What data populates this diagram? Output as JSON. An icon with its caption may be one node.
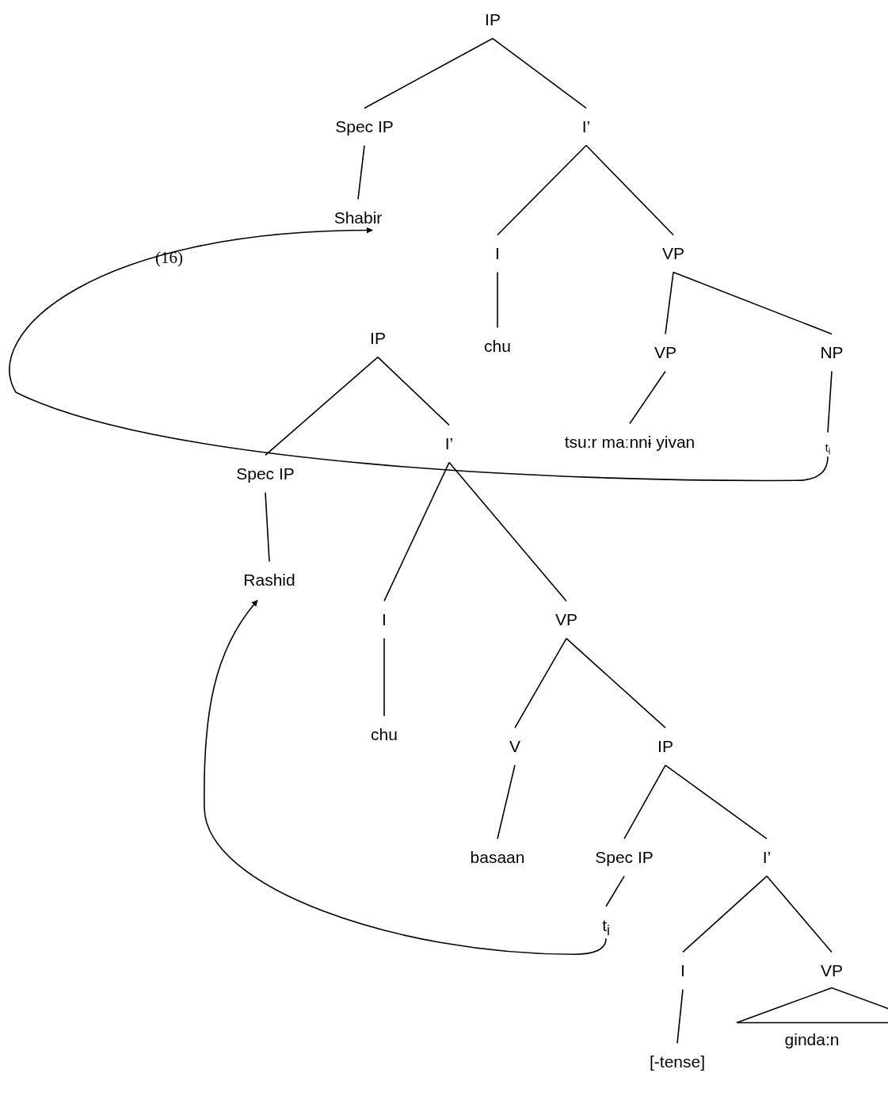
{
  "diagram": {
    "nodes": [
      {
        "text": [
          "IP"
        ]
      },
      {
        "text": [
          "Spec IP"
        ]
      },
      {
        "text": [
          "I’"
        ]
      },
      {
        "text": [
          "Shabir"
        ]
      },
      {
        "text": [
          "I"
        ]
      },
      {
        "text": [
          "VP"
        ]
      },
      {
        "text": [
          "chu"
        ]
      },
      {
        "text": [
          "VP"
        ]
      },
      {
        "text": [
          "NP"
        ]
      },
      {
        "text": [
          "tsu:r maːnnɨ yivan"
        ]
      },
      {
        "text": [
          "t$_{i}$"
        ]
      },
      {
        "text": [
          "IP"
        ]
      },
      {
        "text": [
          "Spec IP"
        ]
      },
      {
        "text": [
          "I’"
        ]
      },
      {
        "text": [
          "Rashid"
        ]
      },
      {
        "text": [
          "I"
        ]
      },
      {
        "text": [
          "VP"
        ]
      },
      {
        "text": [
          "chu"
        ]
      },
      {
        "text": [
          "V"
        ]
      },
      {
        "text": [
          "IP"
        ]
      },
      {
        "text": [
          "basaan"
        ]
      },
      {
        "text": [
          "Spec IP"
        ]
      },
      {
        "text": [
          "I’"
        ]
      },
      {
        "text": [
          "t$_{i}$"
        ]
      },
      {
        "text": [
          "I"
        ]
      },
      {
        "text": [
          "VP"
        ]
      },
      {
        "text": [
          "[-tense]"
        ]
      },
      {
        "text": [
          "ginda:n"
        ]
      }
    ],
    "edges": [
      {
        "from": 0,
        "to": 1,
        "arrow": "none"
      },
      {
        "from": 0,
        "to": 2,
        "arrow": "none"
      },
      {
        "from": 1,
        "to": 3,
        "arrow": "none"
      },
      {
        "from": 2,
        "to": 4,
        "arrow": "none"
      },
      {
        "from": 2,
        "to": 5,
        "arrow": "none"
      },
      {
        "from": 4,
        "to": 6,
        "arrow": "none"
      },
      {
        "from": 5,
        "to": 7,
        "arrow": "none"
      },
      {
        "from": 5,
        "to": 8,
        "arrow": "none"
      },
      {
        "from": 7,
        "to": 9,
        "arrow": "none"
      },
      {
        "from": 8,
        "to": 10,
        "arrow": "none"
      },
      {
        "from": 11,
        "to": 12,
        "arrow": "none"
      },
      {
        "from": 11,
        "to": 13,
        "arrow": "none"
      },
      {
        "from": 12,
        "to": 14,
        "arrow": "none"
      },
      {
        "from": 13,
        "to": 15,
        "arrow": "none"
      },
      {
        "from": 13,
        "to": 16,
        "arrow": "none"
      },
      {
        "from": 15,
        "to": 17,
        "arrow": "none"
      },
      {
        "from": 16,
        "to": 18,
        "arrow": "none"
      },
      {
        "from": 16,
        "to": 19,
        "arrow": "none"
      },
      {
        "from": 18,
        "to": 20,
        "arrow": "none"
      },
      {
        "from": 19,
        "to": 21,
        "arrow": "none"
      },
      {
        "from": 19,
        "to": 22,
        "arrow": "none"
      },
      {
        "from": 21,
        "to": 23,
        "arrow": "none"
      },
      {
        "from": 22,
        "to": 24,
        "arrow": "none"
      },
      {
        "from": 22,
        "to": 25,
        "arrow": "none"
      },
      {
        "from": 24,
        "to": 26,
        "arrow": "none"
      },
      {
        "from": 25,
        "to": 27,
        "arrow": "none"
      },
      {
        "from": 10,
        "to": 3,
        "arrow": "to"
      },
      {
        "from": 23,
        "to": 14,
        "arrow": "to"
      }
    ],
    "labels": [
      "(16)"
    ]
  }
}
